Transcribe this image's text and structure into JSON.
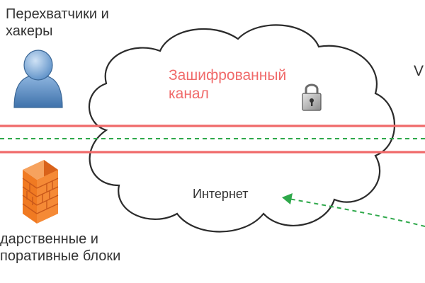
{
  "labels": {
    "hackers_line1": "Перехватчики и",
    "hackers_line2": "хакеры",
    "tunnel_line1": "Зашифрованный",
    "tunnel_line2": "канал",
    "internet": "Интернет",
    "blocks_line1": "дарственные и",
    "blocks_line2": "поративные блоки",
    "cut_right": "V"
  },
  "icons": {
    "person": "user-icon",
    "firewall": "firewall-icon",
    "lock": "padlock-icon"
  },
  "colors": {
    "tunnel_red": "#f06a6a",
    "flow_green": "#2ea84a",
    "person_blue": "#5b8fc7",
    "firewall_orange": "#f07a22",
    "text": "#333333"
  }
}
